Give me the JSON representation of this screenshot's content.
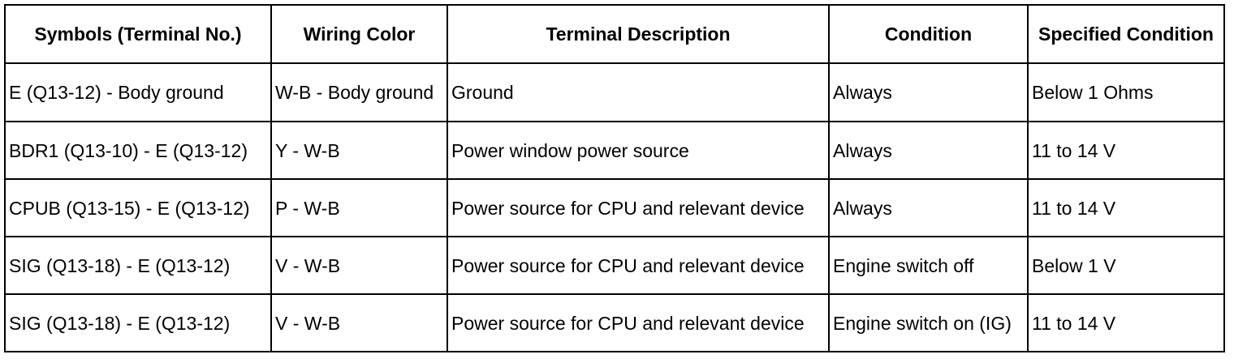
{
  "table": {
    "headers": [
      "Symbols (Terminal No.)",
      "Wiring Color",
      "Terminal Description",
      "Condition",
      "Specified Condition"
    ],
    "rows": [
      [
        "E (Q13-12) - Body ground",
        "W-B - Body ground",
        "Ground",
        "Always",
        "Below 1 Ohms"
      ],
      [
        "BDR1 (Q13-10) - E (Q13-12)",
        "Y - W-B",
        "Power window power source",
        "Always",
        "11 to 14 V"
      ],
      [
        "CPUB (Q13-15) - E (Q13-12)",
        "P - W-B",
        "Power source for CPU and relevant device",
        "Always",
        "11 to 14 V"
      ],
      [
        "SIG (Q13-18) - E (Q13-12)",
        "V - W-B",
        "Power source for CPU and relevant device",
        "Engine switch off",
        "Below 1 V"
      ],
      [
        "SIG (Q13-18) - E (Q13-12)",
        "V - W-B",
        "Power source for CPU and relevant device",
        "Engine switch on (IG)",
        "11 to 14 V"
      ]
    ]
  }
}
